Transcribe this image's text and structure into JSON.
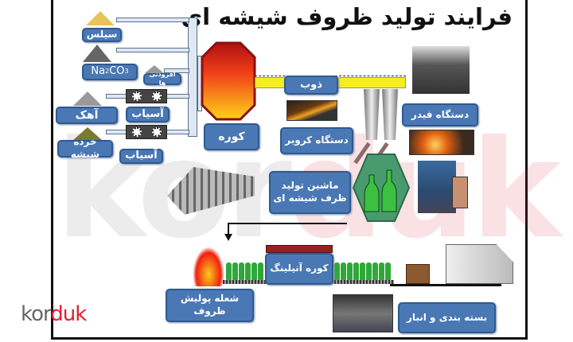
{
  "title": "فرایند تولید ظروف شیشه ای",
  "materials": {
    "silica": "سیلس",
    "soda": "Na",
    "soda_sub1": "2",
    "soda_mid": "CO",
    "soda_sub2": "3",
    "additives": "افزودنی ها",
    "lime": "آهک",
    "cullet": "خرده شیشه",
    "mill1": "آسیاب",
    "mill2": "آسیاب"
  },
  "stages": {
    "furnace": "کوره",
    "melt": "ذوب",
    "conveyor": "دستگاه کروبر",
    "feeder": "دستگاه فیدر",
    "forming_line1": "ماشین  تولید",
    "forming_line2": "ظرف شیشه ای",
    "annealing": "کوره آنیلینگ",
    "flame_polish": "شعله پولیش ظروف",
    "packaging": "بسته بندی و انبار"
  },
  "watermark": {
    "part1": "kor",
    "part2": "duk"
  },
  "logo": {
    "part1": "kor",
    "part2": "duk"
  },
  "colors": {
    "label_bg": "#4a78b4",
    "logo_red": "#e02030",
    "glass_green": "#2fa83a"
  }
}
